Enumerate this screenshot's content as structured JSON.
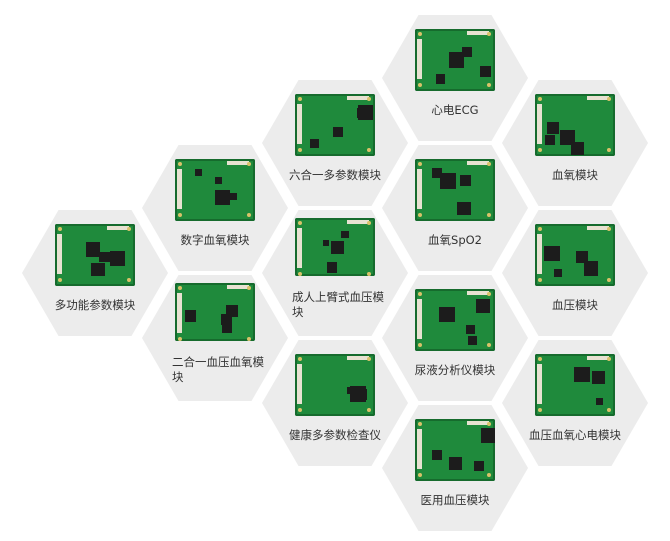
{
  "colors": {
    "hex_bg": "#ececec",
    "board_green": "#1f8a3c",
    "label": "#333333"
  },
  "modules": [
    {
      "id": "ecg",
      "label": "心电ECG"
    },
    {
      "id": "spo2-module",
      "label": "血氧模块"
    },
    {
      "id": "six-in-one",
      "label": "六合一多参数模块"
    },
    {
      "id": "digital-spo2",
      "label": "数字血氧模块"
    },
    {
      "id": "spo2",
      "label": "血氧SpO2"
    },
    {
      "id": "multi-function",
      "label": "多功能参数模块"
    },
    {
      "id": "adult-arm-bp",
      "label": "成人上臂式血压模块"
    },
    {
      "id": "bp-module",
      "label": "血压模块"
    },
    {
      "id": "two-in-one",
      "label": "二合一血压血氧模块"
    },
    {
      "id": "urine-analyzer",
      "label": "尿液分析仪模块"
    },
    {
      "id": "health-checker",
      "label": "健康多参数检查仪"
    },
    {
      "id": "bp-spo2-ecg",
      "label": "血压血氧心电模块"
    },
    {
      "id": "medical-bp",
      "label": "医用血压模块"
    }
  ]
}
